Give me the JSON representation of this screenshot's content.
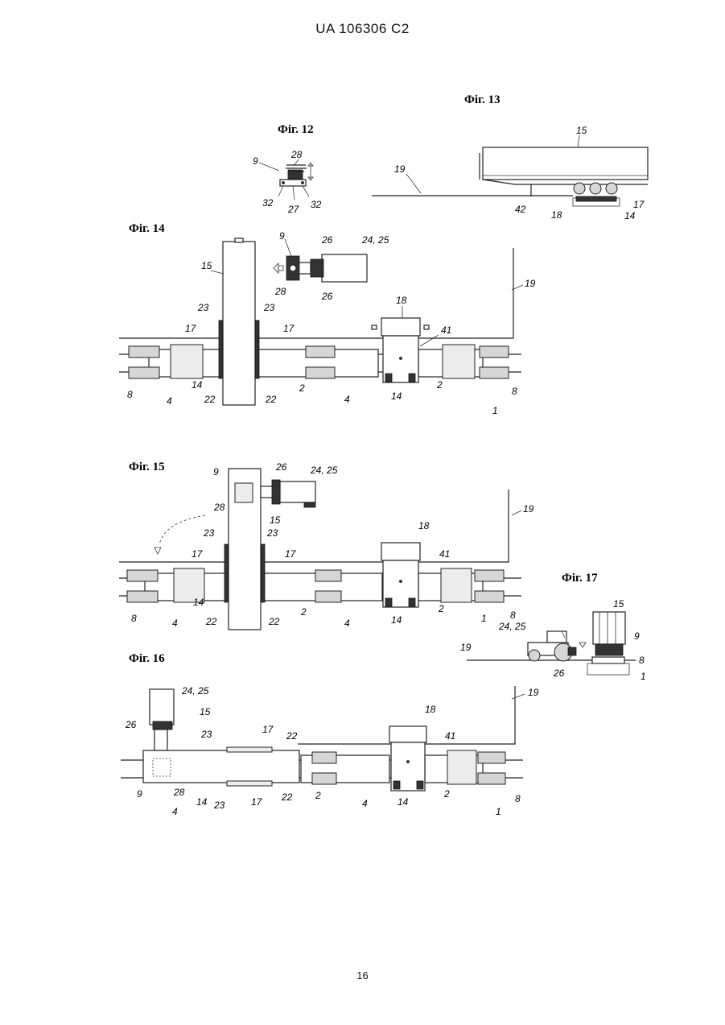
{
  "header": {
    "doc_number": "UA   106306   C2"
  },
  "footer": {
    "page_number": "16"
  },
  "figures": {
    "fig12": {
      "title": "Фіг. 12",
      "labels": {
        "l9": "9",
        "l28": "28",
        "l32a": "32",
        "l32b": "32",
        "l27": "27"
      }
    },
    "fig13": {
      "title": "Фіг. 13",
      "labels": {
        "l15": "15",
        "l19": "19",
        "l42": "42",
        "l18": "18",
        "l17": "17",
        "l14": "14"
      }
    },
    "fig14": {
      "title": "Фіг. 14",
      "labels": {
        "l15": "15",
        "l9": "9",
        "l26a": "26",
        "l2425": "24, 25",
        "l28": "28",
        "l26b": "26",
        "l19": "19",
        "l18": "18",
        "l23a": "23",
        "l23b": "23",
        "l17a": "17",
        "l17b": "17",
        "l41": "41",
        "l14a": "14",
        "l2a": "2",
        "l2b": "2",
        "l8a": "8",
        "l8b": "8",
        "l4a": "4",
        "l22a": "22",
        "l22b": "22",
        "l4b": "4",
        "l14b": "14",
        "l1": "1"
      }
    },
    "fig15": {
      "title": "Фіг. 15",
      "labels": {
        "l9": "9",
        "l26": "26",
        "l2425": "24, 25",
        "l28": "28",
        "l15": "15",
        "l19": "19",
        "l18": "18",
        "l23a": "23",
        "l23b": "23",
        "l17a": "17",
        "l17b": "17",
        "l41": "41",
        "l14a": "14",
        "l8a": "8",
        "l4a": "4",
        "l22a": "22",
        "l2a": "2",
        "l4b": "4",
        "l14b": "14",
        "l2b": "2",
        "l1": "1",
        "l8b": "8",
        "l22b": "22"
      }
    },
    "fig16": {
      "title": "Фіг. 16",
      "labels": {
        "l2425": "24, 25",
        "l26": "26",
        "l15": "15",
        "l18": "18",
        "l19": "19",
        "l23a": "23",
        "l17a": "17",
        "l22a": "22",
        "l41": "41",
        "l9": "9",
        "l28": "28",
        "l14a": "14",
        "l23b": "23",
        "l17b": "17",
        "l22b": "22",
        "l2a": "2",
        "l4a": "4",
        "l4b": "4",
        "l14b": "14",
        "l2b": "2",
        "l8": "8",
        "l1": "1"
      }
    },
    "fig17": {
      "title": "Фіг. 17",
      "labels": {
        "l15": "15",
        "l2425": "24, 25",
        "l9": "9",
        "l19": "19",
        "l8": "8",
        "l26": "26",
        "l1": "1"
      }
    }
  }
}
